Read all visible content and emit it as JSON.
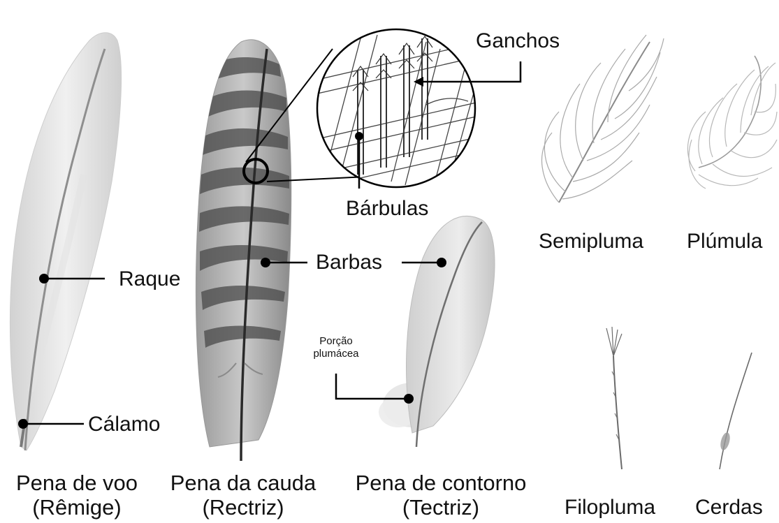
{
  "feathers": {
    "remige": {
      "line1": "Pena de voo",
      "line2": "(Rêmige)"
    },
    "rectriz": {
      "line1": "Pena da cauda",
      "line2": "(Rectriz)"
    },
    "tectriz": {
      "line1": "Pena de contorno",
      "line2": "(Tectriz)"
    },
    "semipluma": "Semipluma",
    "plumula": "Plúmula",
    "filopluma": "Filopluma",
    "cerdas": "Cerdas"
  },
  "parts": {
    "raque": "Raque",
    "calamo": "Cálamo",
    "barbas": "Barbas",
    "barbulas": "Bárbulas",
    "ganchos": "Ganchos",
    "porcao_line1": "Porção",
    "porcao_line2": "plumácea"
  },
  "colors": {
    "feather_light": "#e8e8e8",
    "feather_mid": "#bdbdbd",
    "feather_dark": "#5a5a5a",
    "line": "#000000"
  }
}
